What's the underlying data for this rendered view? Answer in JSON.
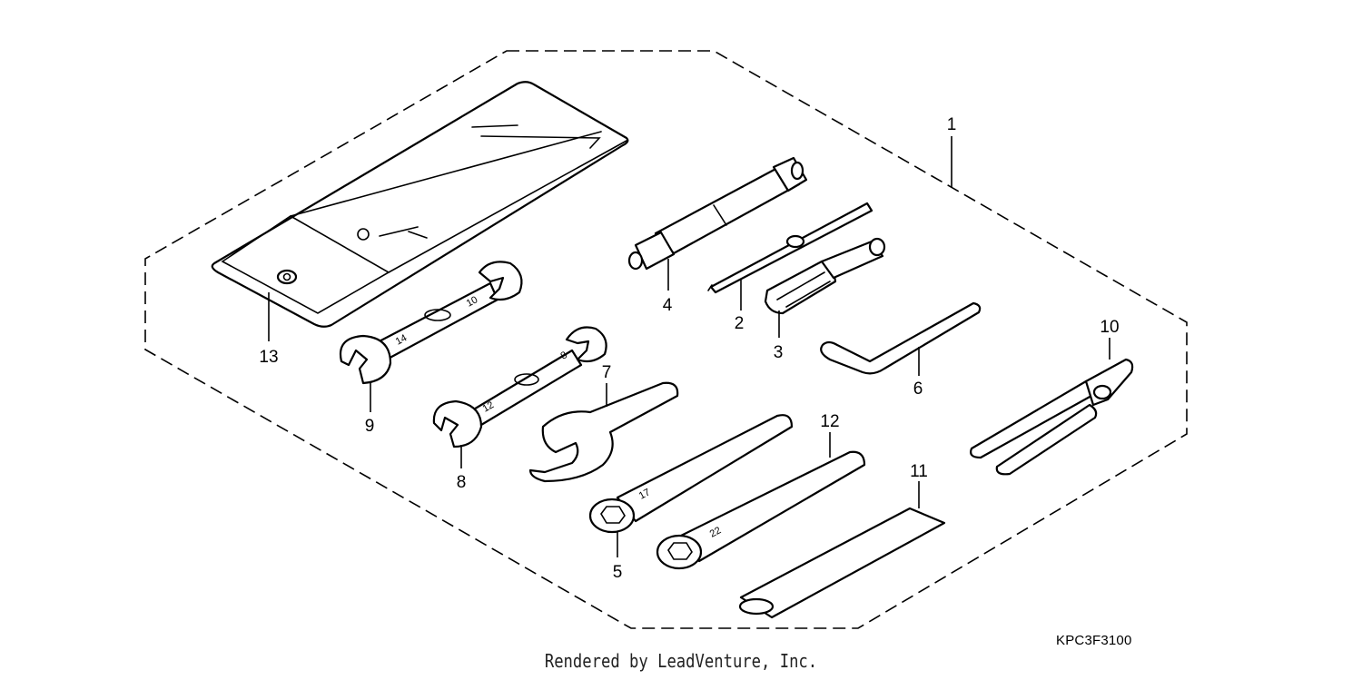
{
  "diagram": {
    "code": "KPC3F3100",
    "credit": "Rendered by LeadVenture, Inc.",
    "callouts": {
      "c1": "1",
      "c2": "2",
      "c3": "3",
      "c4": "4",
      "c5": "5",
      "c6": "6",
      "c7": "7",
      "c8": "8",
      "c9": "9",
      "c10": "10",
      "c11": "11",
      "c12": "12",
      "c13": "13"
    },
    "wrench_sizes": {
      "w9a": "14",
      "w9b": "10",
      "w8a": "12",
      "w8b": "8",
      "w5": "17",
      "w12": "22"
    }
  }
}
